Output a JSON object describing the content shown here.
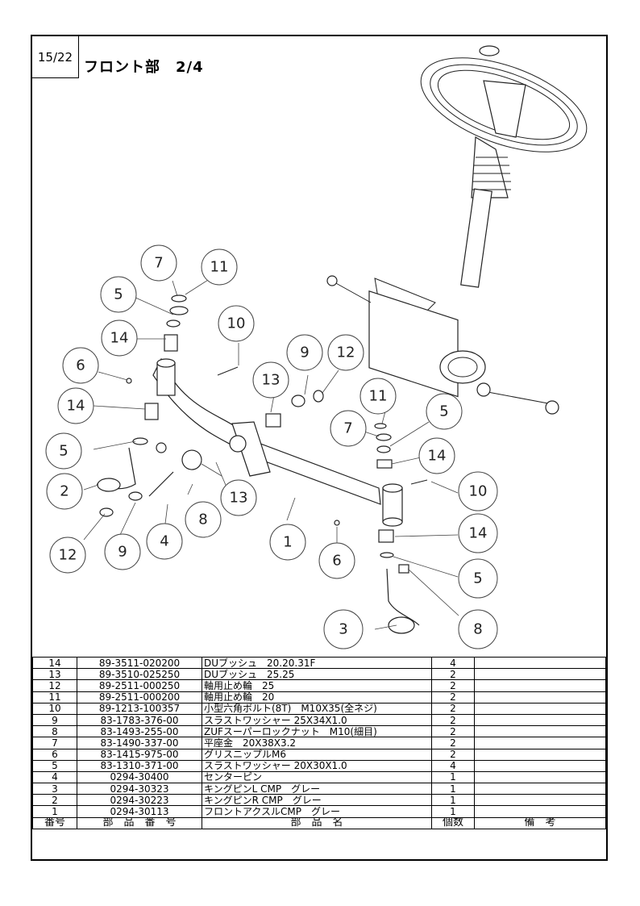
{
  "header": {
    "page": "15/22",
    "title": "フロント部　2/4"
  },
  "callouts": [
    "1",
    "2",
    "3",
    "4",
    "5",
    "6",
    "7",
    "8",
    "9",
    "10",
    "11",
    "12",
    "13",
    "14"
  ],
  "table": {
    "headers": {
      "no": "番号",
      "part_no": "部　品　番　号",
      "name": "部　品　名",
      "qty": "個数",
      "remarks": "備　考"
    },
    "rows": [
      {
        "no": "14",
        "part_no": "89-3511-020200",
        "name": "DUブッシュ　20.20.31F",
        "qty": "4"
      },
      {
        "no": "13",
        "part_no": "89-3510-025250",
        "name": "DUブッシュ　25.25",
        "qty": "2"
      },
      {
        "no": "12",
        "part_no": "89-2511-000250",
        "name": "軸用止め輪　25",
        "qty": "2"
      },
      {
        "no": "11",
        "part_no": "89-2511-000200",
        "name": "軸用止め輪　20",
        "qty": "2"
      },
      {
        "no": "10",
        "part_no": "89-1213-100357",
        "name": "小型六角ボルト(8T)　M10X35(全ネジ)",
        "qty": "2"
      },
      {
        "no": "9",
        "part_no": "83-1783-376-00",
        "name": "スラストワッシャー 25X34X1.0",
        "qty": "2"
      },
      {
        "no": "8",
        "part_no": "83-1493-255-00",
        "name": "ZUFスーパーロックナット　M10(細目)",
        "qty": "2"
      },
      {
        "no": "7",
        "part_no": "83-1490-337-00",
        "name": "平座金　20X38X3.2",
        "qty": "2"
      },
      {
        "no": "6",
        "part_no": "83-1415-975-00",
        "name": "グリスニップルM6",
        "qty": "2"
      },
      {
        "no": "5",
        "part_no": "83-1310-371-00",
        "name": "スラストワッシャー 20X30X1.0",
        "qty": "4"
      },
      {
        "no": "4",
        "part_no": "0294-30400",
        "name": "センターピン",
        "qty": "1"
      },
      {
        "no": "3",
        "part_no": "0294-30323",
        "name": "キングピンL CMP　グレー",
        "qty": "1"
      },
      {
        "no": "2",
        "part_no": "0294-30223",
        "name": "キングピンR CMP　グレー",
        "qty": "1"
      },
      {
        "no": "1",
        "part_no": "0294-30113",
        "name": "フロントアクスルCMP　グレー",
        "qty": "1"
      }
    ]
  }
}
